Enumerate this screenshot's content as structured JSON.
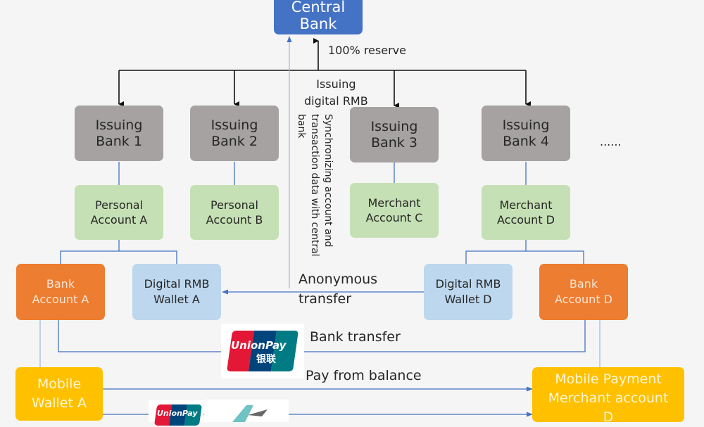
{
  "central_bank": {
    "label": "Central\nBank"
  },
  "labels": {
    "reserve": "100% reserve",
    "issuing": "Issuing\ndigital RMB",
    "sync": "Synchronizing account and\ntransaction data with central\nbank",
    "anonymous": "Anonymous\ntransfer",
    "bank_transfer": "Bank transfer",
    "pay_balance": "Pay from balance",
    "ellipsis": "......"
  },
  "issuing_banks": [
    {
      "label": "Issuing\nBank 1"
    },
    {
      "label": "Issuing\nBank 2"
    },
    {
      "label": "Issuing\nBank 3"
    },
    {
      "label": "Issuing\nBank 4"
    }
  ],
  "accounts": [
    {
      "label": "Personal\nAccount A"
    },
    {
      "label": "Personal\nAccount B"
    },
    {
      "label": "Merchant\nAccount C"
    },
    {
      "label": "Merchant\nAccount D"
    }
  ],
  "bank_accounts": [
    {
      "label": "Bank\nAccount A"
    },
    {
      "label": "Bank\nAccount D"
    }
  ],
  "wallets": [
    {
      "label": "Digital RMB\nWallet A"
    },
    {
      "label": "Digital RMB\nWallet D"
    }
  ],
  "mobile": [
    {
      "label": "Mobile\nWallet A"
    },
    {
      "label": "Mobile Payment\nMerchant account\nD"
    }
  ],
  "logos": {
    "unionpay_text": "UnionPay",
    "unionpay_cn": "银联"
  },
  "colors": {
    "central": "#4472c4",
    "issuer": "#a5a2a1",
    "account": "#c5e0b4",
    "bank_account": "#ed7d31",
    "wallet": "#bdd7ee",
    "mobile": "#ffc000",
    "connector": "#4472c4"
  }
}
